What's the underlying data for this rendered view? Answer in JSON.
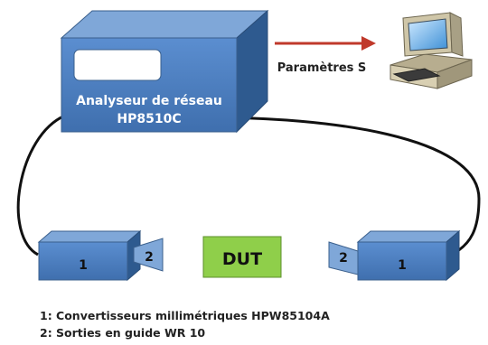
{
  "analyzer": {
    "line1": "Analyseur de réseau",
    "line2": "HP8510C"
  },
  "arrow_label": "Paramètres S",
  "left_module": {
    "converter_num": "1",
    "waveguide_num": "2"
  },
  "right_module": {
    "converter_num": "1",
    "waveguide_num": "2"
  },
  "dut_label": "DUT",
  "legend": [
    "1: Convertisseurs millimétriques HPW85104A",
    "2: Sorties en guide WR 10"
  ],
  "colors": {
    "box_front": "#4f81bd",
    "box_dark": "#2e5a8f",
    "box_light": "#7fa7d8",
    "dut": "#8fcf4a",
    "arrow": "#c0392b"
  }
}
